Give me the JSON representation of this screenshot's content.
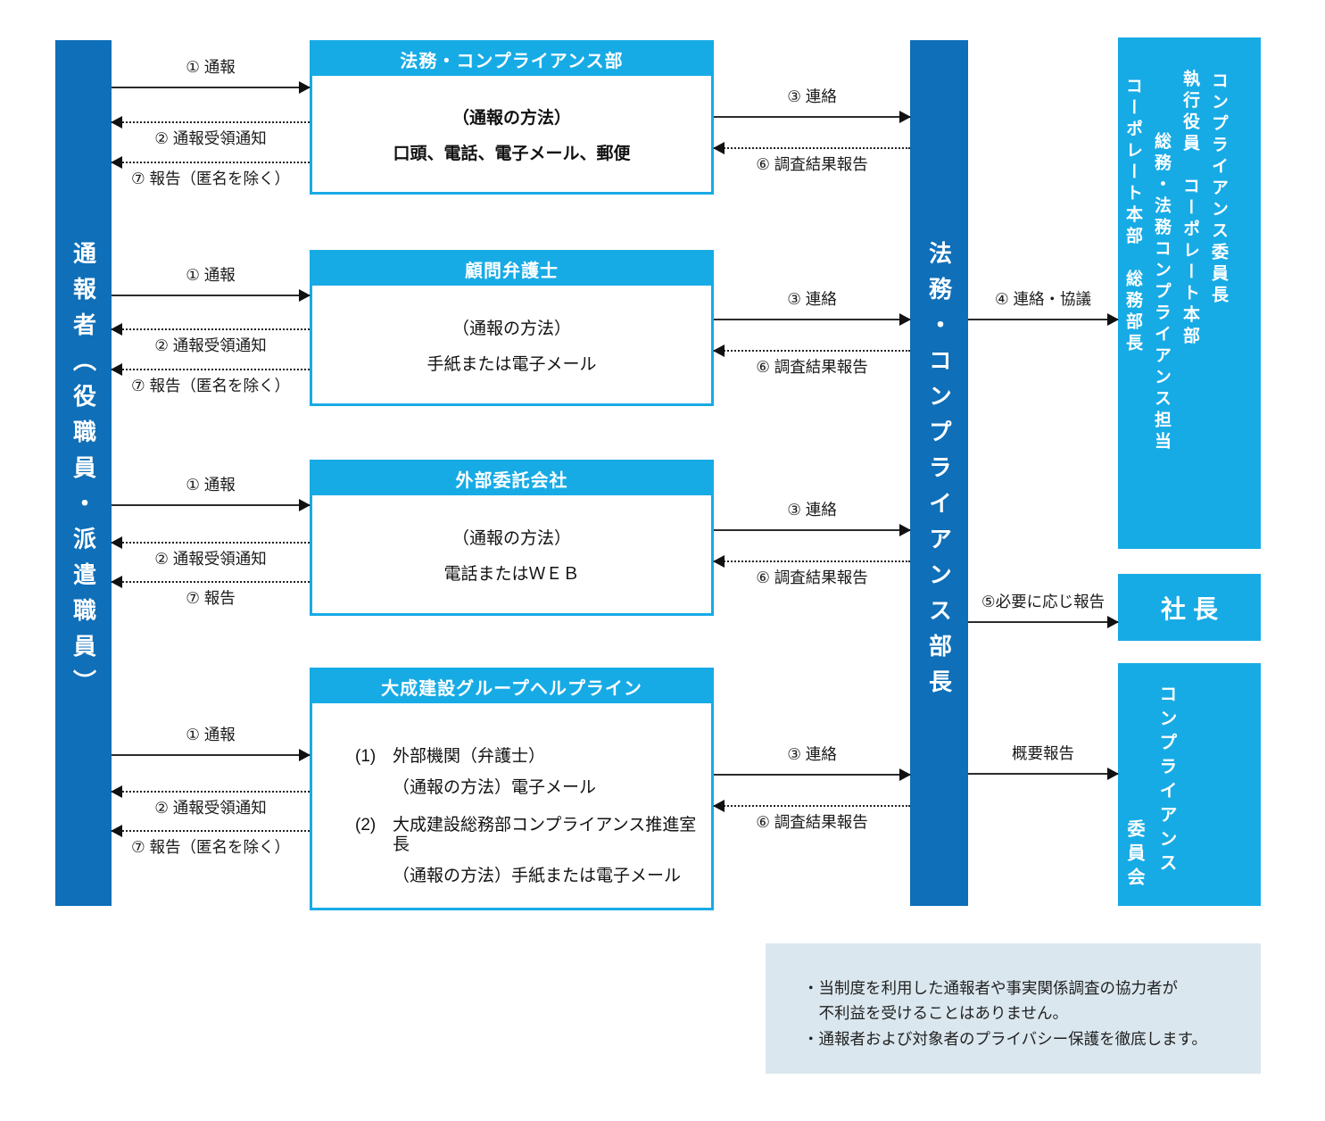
{
  "reporter_bar": {
    "label": "通報者（役職員・派遣職員）"
  },
  "manager_bar": {
    "label": "法務・コンプライアンス部長"
  },
  "channels": [
    {
      "title": "法務・コンプライアンス部",
      "method_heading": "（通報の方法）",
      "method_detail": "口頭、電話、電子メール、郵便"
    },
    {
      "title": "顧問弁護士",
      "method_heading": "（通報の方法）",
      "method_detail": "手紙または電子メール"
    },
    {
      "title": "外部委託会社",
      "method_heading": "（通報の方法）",
      "method_detail": "電話またはＷＥＢ"
    },
    {
      "title": "大成建設グループヘルプライン",
      "items": [
        {
          "no": "(1)",
          "name": "外部機関（弁護士）",
          "method": "（通報の方法）電子メール"
        },
        {
          "no": "(2)",
          "name": "大成建設総務部コンプライアンス推進室長",
          "method": "（通報の方法）手紙または電子メール"
        }
      ]
    }
  ],
  "executives_box": {
    "roles": [
      {
        "lines": [
          "コンプライアンス委員長"
        ]
      },
      {
        "lines": [
          "執行役員　コーポレート本部",
          "総務・法務コンプライアンス担当"
        ]
      },
      {
        "lines": [
          "コーポレート本部　総務部長"
        ]
      }
    ]
  },
  "president_box": {
    "label": "社長"
  },
  "committee_box": {
    "lines": [
      "コンプライアンス",
      "委員会"
    ]
  },
  "flow_labels": {
    "report": "① 通報",
    "receipt": "② 通報受領通知",
    "feedback": "⑦ 報告（匿名を除く）",
    "feedback_short": "⑦ 報告",
    "contact": "③ 連絡",
    "result": "⑥ 調査結果報告",
    "consult": "④ 連絡・協議",
    "report_to_president": "⑤必要に応じ報告",
    "summary_report": "概要報告"
  },
  "note": {
    "lines": [
      "・当制度を利用した通報者や事実関係調査の協力者が",
      "　不利益を受けることはありません。",
      "・通報者および対象者のプライバシー保護を徹底します。"
    ]
  },
  "colors": {
    "primary_blue": "#0F6FB8",
    "accent_cyan": "#17ABE5",
    "note_background": "#DAE7EF",
    "arrow": "#222222"
  }
}
